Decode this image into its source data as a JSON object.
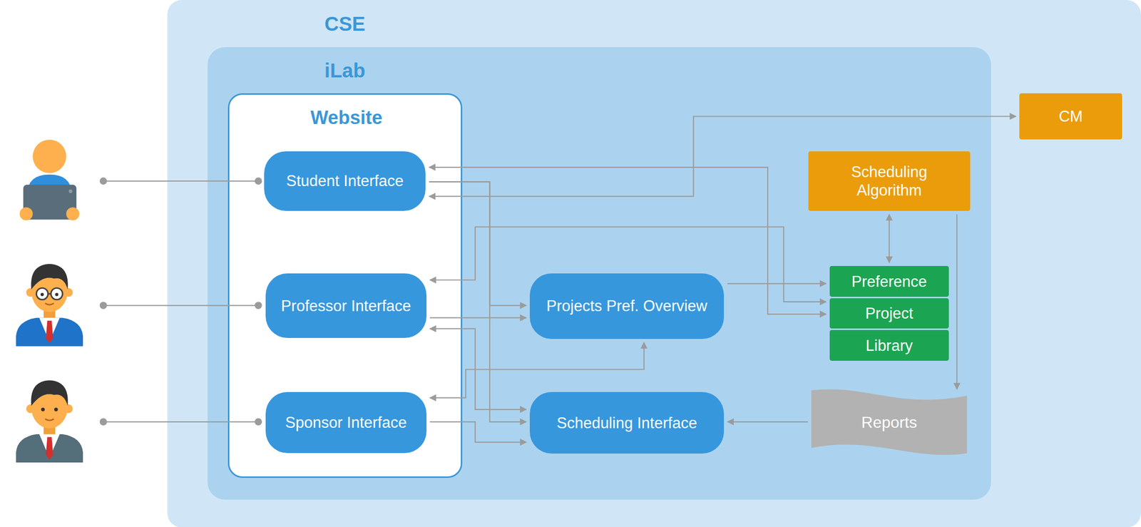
{
  "diagram": {
    "nodes": [
      {
        "text": [
          "CSE"
        ]
      },
      {
        "text": [
          "iLab"
        ],
        "in": 0
      },
      {
        "text": [
          "Website"
        ],
        "in": 1
      },
      {
        "text": [
          "Student Interface"
        ],
        "in": 2
      },
      {
        "text": [
          "Professor Interface"
        ],
        "in": 2
      },
      {
        "text": [
          "Sponsor Interface"
        ],
        "in": 2
      },
      {
        "text": [
          "Projects Pref. Overview"
        ],
        "in": 1
      },
      {
        "text": [
          "Scheduling Interface"
        ],
        "in": 1
      },
      {
        "text": [
          "Scheduling Algorithm"
        ],
        "in": 1
      },
      {
        "text": [
          "Preference"
        ],
        "in": 1
      },
      {
        "text": [
          "Project"
        ],
        "in": 1
      },
      {
        "text": [
          "Library"
        ],
        "in": 1
      },
      {
        "text": [
          "Reports"
        ],
        "in": 1
      },
      {
        "text": [
          "CM"
        ],
        "in": 0
      }
    ],
    "edges": [
      {
        "from": 3,
        "to": 6,
        "arrow": "to"
      },
      {
        "from": 3,
        "to": 7,
        "arrow": "to"
      },
      {
        "from": 3,
        "to": 10,
        "arrow": "both"
      },
      {
        "from": 3,
        "to": 13,
        "arrow": "both"
      },
      {
        "from": 4,
        "to": 10,
        "arrow": "both"
      },
      {
        "from": 4,
        "to": 6,
        "arrow": "to"
      },
      {
        "from": 4,
        "to": 7,
        "arrow": "both"
      },
      {
        "from": 5,
        "to": 6,
        "arrow": "both"
      },
      {
        "from": 5,
        "to": 7,
        "arrow": "to"
      },
      {
        "from": 6,
        "to": 9,
        "arrow": "to"
      },
      {
        "from": 8,
        "to": 9,
        "arrow": "both"
      },
      {
        "from": 8,
        "to": 12,
        "arrow": "to"
      },
      {
        "from": 12,
        "to": 7,
        "arrow": "to"
      }
    ]
  }
}
